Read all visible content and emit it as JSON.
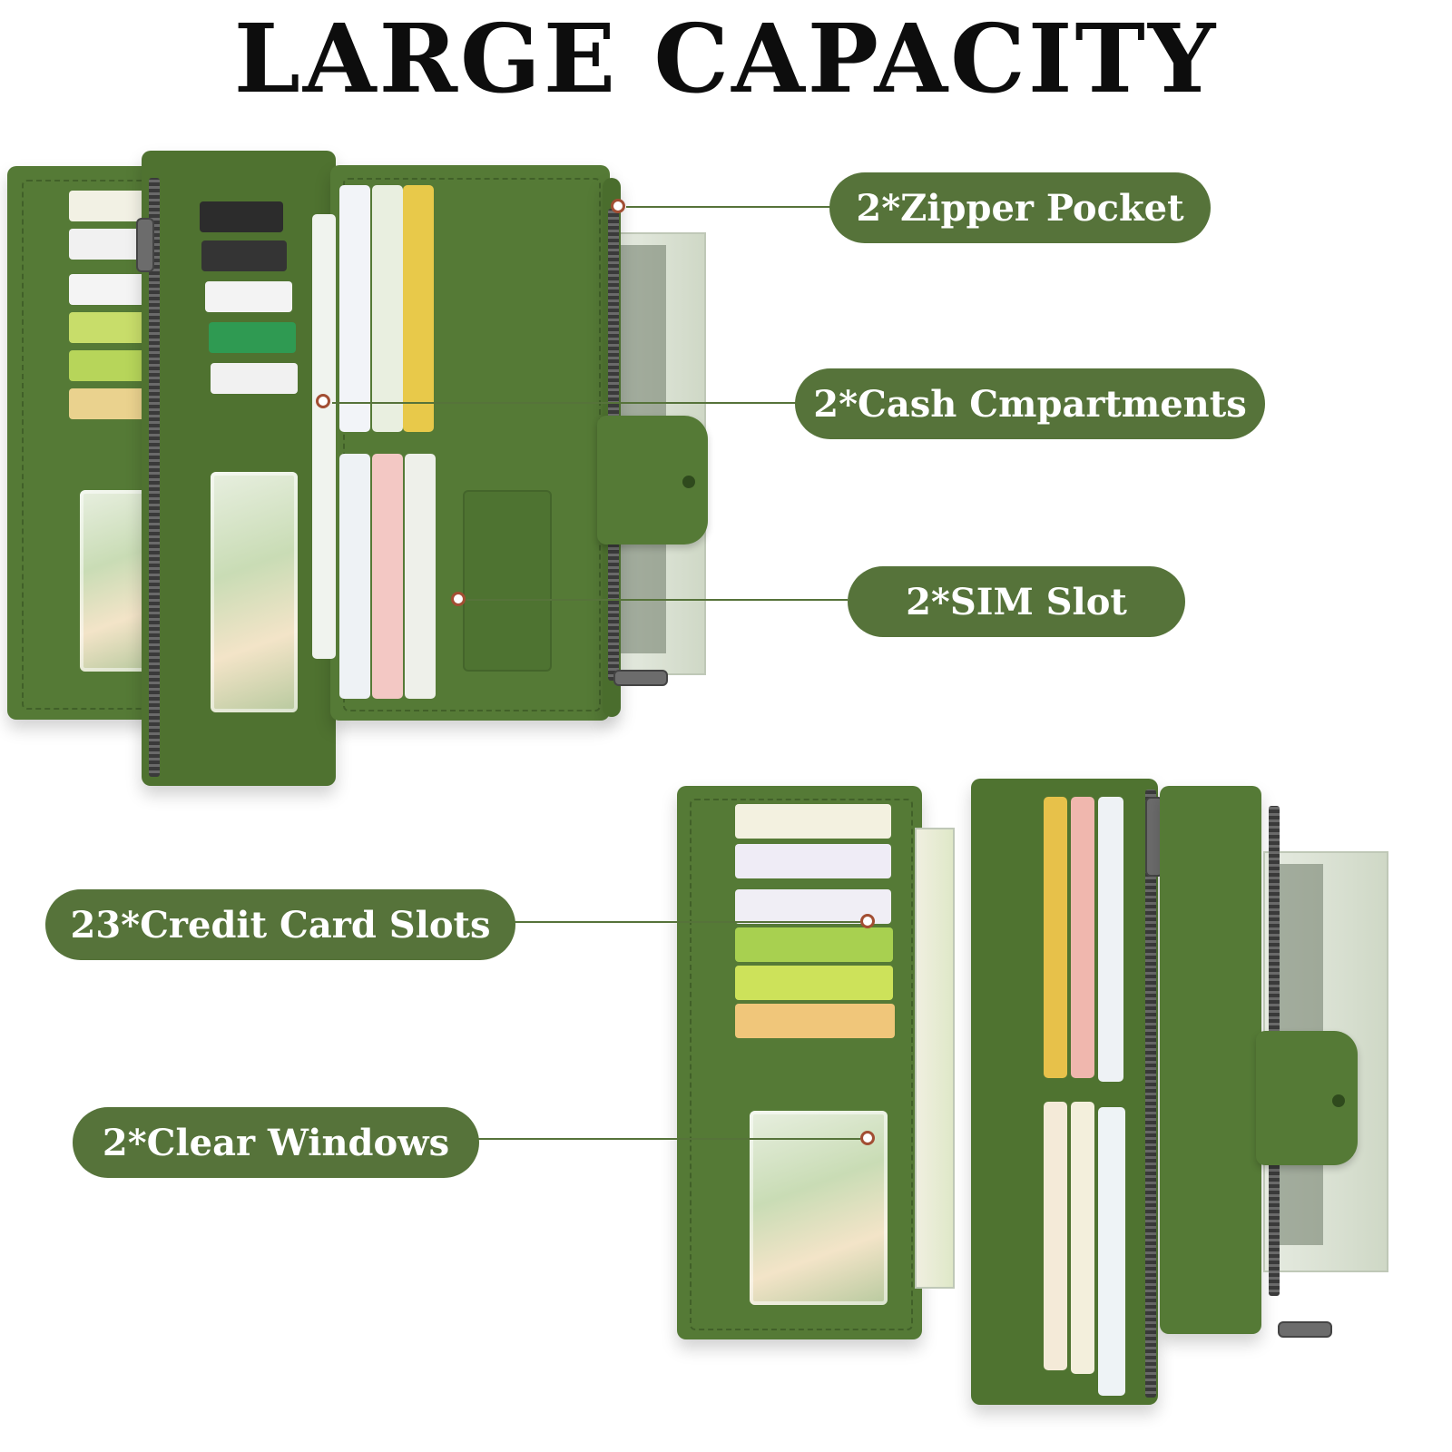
{
  "title": "LARGE CAPACITY",
  "features": [
    {
      "label": "2*Zipper Pocket"
    },
    {
      "label": "2*Cash Cmpartments"
    },
    {
      "label": "2*SIM Slot"
    },
    {
      "label": "23*Credit Card Slots"
    },
    {
      "label": "2*Clear Windows"
    }
  ],
  "colors": {
    "label_background": "#56733a",
    "label_text": "#ffffff",
    "leather": "#557a36",
    "callout_dot_border": "#a24e33"
  }
}
